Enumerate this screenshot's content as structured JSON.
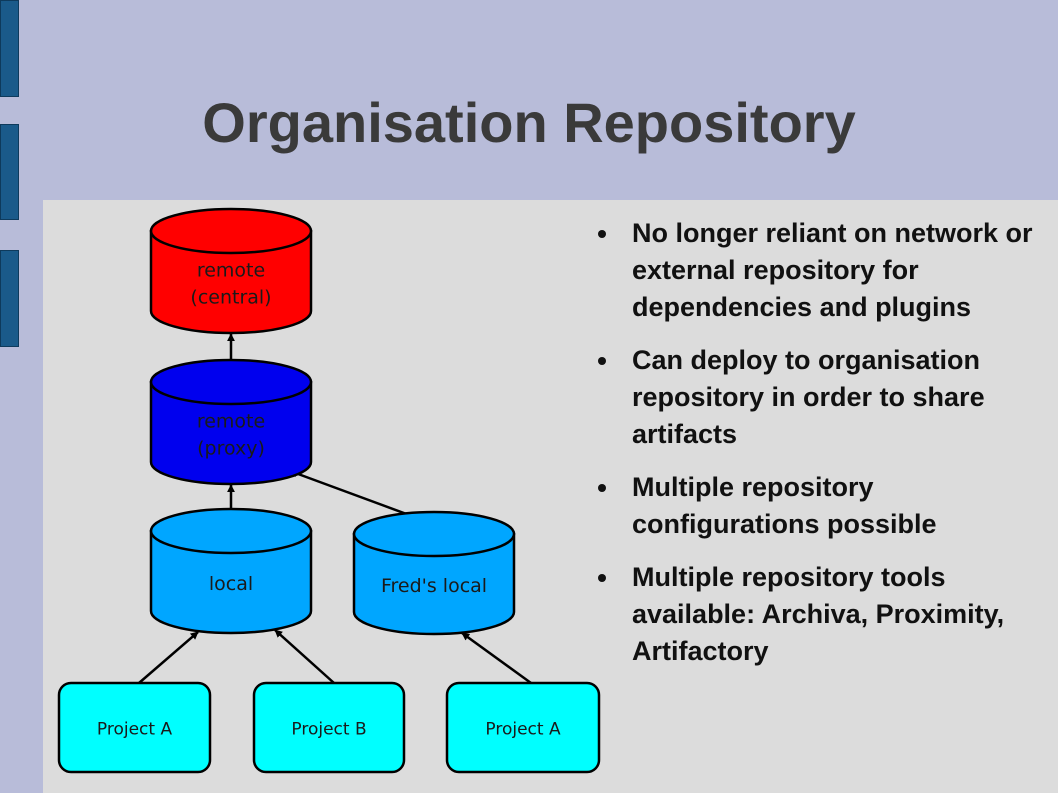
{
  "slide": {
    "title": "Organisation Repository"
  },
  "diagram": {
    "repositories": [
      {
        "id": "remote-central",
        "lines": [
          "remote",
          "(central)"
        ],
        "color": "#ff0000",
        "text_color": "#1a1a1a"
      },
      {
        "id": "remote-proxy",
        "lines": [
          "remote",
          "(proxy)"
        ],
        "color": "#0000ee",
        "text_color": "#1a1a1a"
      },
      {
        "id": "local",
        "lines": [
          "local"
        ],
        "color": "#00a6ff",
        "text_color": "#1a1a1a"
      },
      {
        "id": "freds-local",
        "lines": [
          "Fred's local"
        ],
        "color": "#00a6ff",
        "text_color": "#1a1a1a"
      }
    ],
    "projects": [
      {
        "id": "project-a-1",
        "label": "Project A",
        "color": "#00ffff"
      },
      {
        "id": "project-b",
        "label": "Project B",
        "color": "#00ffff"
      },
      {
        "id": "project-a-2",
        "label": "Project A",
        "color": "#00ffff"
      }
    ],
    "edges": [
      {
        "from": "remote-proxy",
        "to": "remote-central"
      },
      {
        "from": "local",
        "to": "remote-proxy"
      },
      {
        "from": "freds-local",
        "to": "remote-proxy"
      },
      {
        "from": "project-a-1",
        "to": "local"
      },
      {
        "from": "project-b",
        "to": "local"
      },
      {
        "from": "project-a-2",
        "to": "freds-local"
      }
    ]
  },
  "bullets": [
    {
      "text": "No longer reliant on network or external repository for dependencies and plugins"
    },
    {
      "text": "Can deploy to organisation repository in order to share artifacts"
    },
    {
      "text": "Multiple repository configurations possible"
    },
    {
      "text": "Multiple repository tools available: Archiva, Proximity, Artifactory"
    }
  ]
}
